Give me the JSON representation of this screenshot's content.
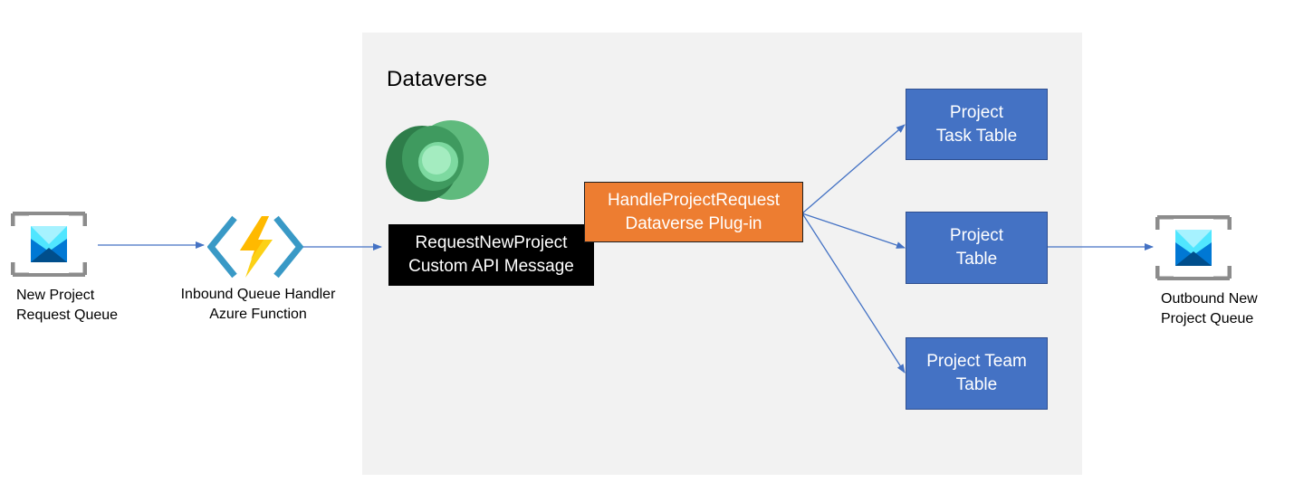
{
  "region": {
    "title": "Dataverse"
  },
  "icons": {
    "queue_in": "queue-storage-icon",
    "function": "azure-function-icon",
    "dataverse": "dataverse-logo",
    "queue_out": "queue-storage-icon"
  },
  "colors": {
    "arrow": "#4472c4",
    "table_box": "#4472c4",
    "plugin_box": "#ed7d31",
    "api_box": "#000000",
    "region_bg": "#f2f2f2"
  },
  "nodes": {
    "new_request_queue": "New Project\nRequest Queue",
    "inbound_handler": "Inbound Queue Handler\nAzure Function",
    "custom_api": "RequestNewProject\nCustom API Message",
    "plugin": "HandleProjectRequest\nDataverse Plug-in",
    "task_table": "Project\nTask Table",
    "project_table": "Project\nTable",
    "team_table": "Project Team\nTable",
    "outbound_queue": "Outbound New\nProject Queue"
  }
}
